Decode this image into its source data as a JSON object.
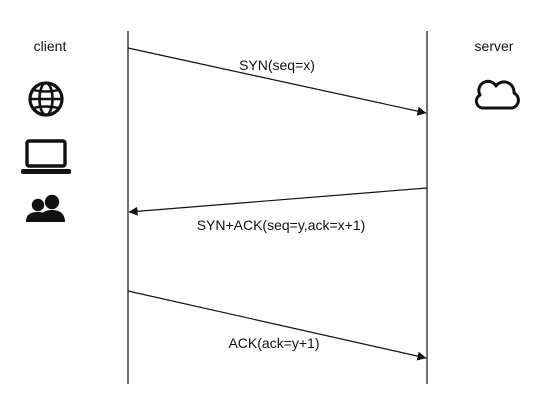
{
  "participants": {
    "client": {
      "label": "client"
    },
    "server": {
      "label": "server"
    }
  },
  "client_icons": [
    "globe-icon",
    "laptop-icon",
    "users-icon"
  ],
  "server_icons": [
    "cloud-icon"
  ],
  "messages": [
    {
      "label": "SYN(seq=x)",
      "from": "client",
      "to": "server"
    },
    {
      "label": "SYN+ACK(seq=y,ack=x+1)",
      "from": "server",
      "to": "client"
    },
    {
      "label": "ACK(ack=y+1)",
      "from": "client",
      "to": "server"
    }
  ],
  "colors": {
    "ink": "#111111"
  }
}
